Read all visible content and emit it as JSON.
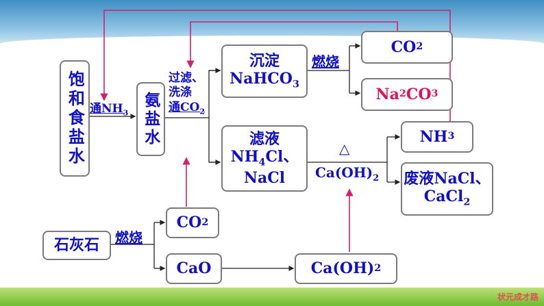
{
  "nodes": {
    "brine": "饱和食盐水",
    "ammonia_brine": "氨盐水",
    "precipitate_label": "沉淀",
    "precipitate_formula": "NaHCO",
    "filtrate_label": "滤液",
    "filtrate_nh4cl": "NH",
    "filtrate_nacl": "NaCl",
    "co2_top": "CO",
    "na2co3": "Na",
    "nh3": "NH",
    "waste_label": "废液NaCl、",
    "waste_cacl2": "CaCl",
    "limestone": "石灰石",
    "co2_bottom": "CO",
    "cao": "CaO",
    "caoh2_bottom": "Ca(OH)"
  },
  "labels": {
    "add_nh3": "通NH",
    "filter_wash": "过滤、",
    "wash": "洗涤",
    "add_co2": "通CO",
    "burn_top": "燃烧",
    "heat": "△",
    "caoh2": "Ca(OH)",
    "burn_bottom": "燃烧"
  },
  "logo": "状元成才路",
  "colors": {
    "text": "#1010c8",
    "accent": "#e0105a",
    "recycle": "#d81e6a",
    "border": "#7a7a7a"
  }
}
